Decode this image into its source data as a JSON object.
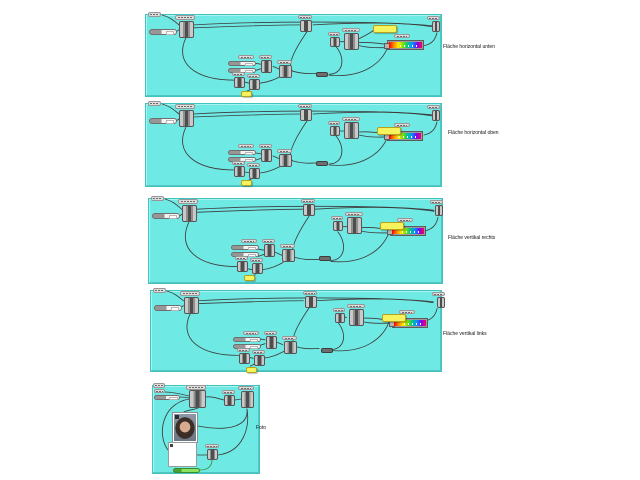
{
  "canvas": {
    "kind": "node-editor",
    "captions": [
      "Fläche horizontal unten",
      "Fläche horizontal oben",
      "Fläche vertikal rechts",
      "Fläche vertikal links",
      "Foto"
    ]
  },
  "groups": [
    {
      "caption": "Fläche horizontal unten"
    },
    {
      "caption": "Fläche horizontal oben"
    },
    {
      "caption": "Fläche vertikal rechts"
    },
    {
      "caption": "Fläche vertikal links"
    },
    {
      "caption": "Foto"
    }
  ],
  "colors": {
    "canvas_bg": "#ffffff",
    "group_fill": "#6fe9e4",
    "group_border": "#3fc4bf",
    "label_capsule": "#dcdcdc",
    "panel_yellow": "#f7f35e",
    "slider_green": "#8ce25e",
    "wire": "#3c3c3c",
    "gradient_stops": [
      "#ff0000",
      "#ff8400",
      "#ffee00",
      "#7de000",
      "#00c48e",
      "#0094ff",
      "#7a00ff",
      "#ff004c"
    ]
  }
}
